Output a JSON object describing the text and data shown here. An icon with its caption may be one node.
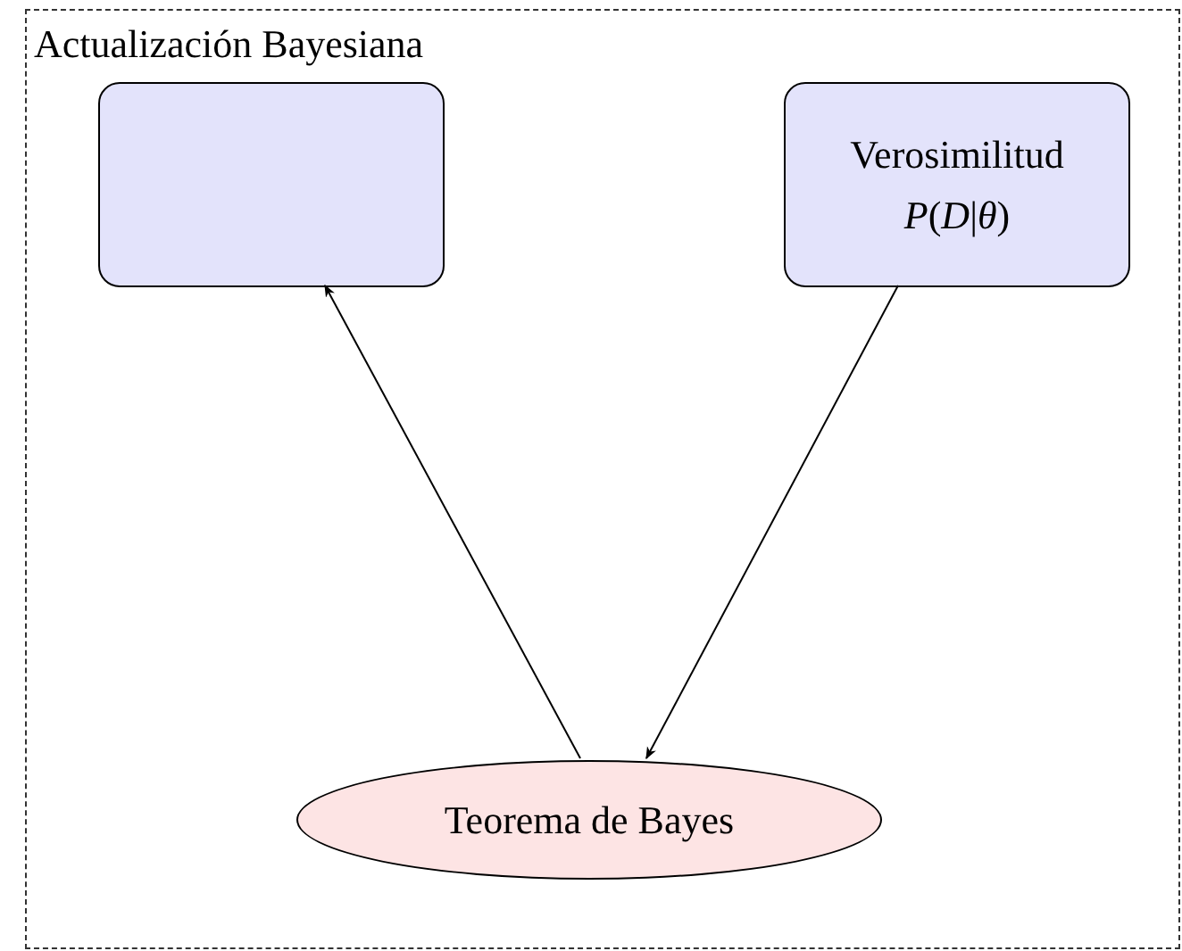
{
  "diagram": {
    "nodes": [
      {
        "text": [
          "Actualización Bayesiana"
        ]
      },
      {
        "text": [],
        "shape": "box",
        "in": 0
      },
      {
        "text": [
          "Verosimilitud",
          "*P*(*D*|*θ*)"
        ],
        "in": 0
      },
      {
        "text": [
          "Teorema de Bayes"
        ],
        "in": 0
      }
    ],
    "edges": [
      {
        "from": 3,
        "to": 1,
        "arrow": "to"
      },
      {
        "from": 2,
        "to": 3,
        "arrow": "to"
      }
    ]
  }
}
